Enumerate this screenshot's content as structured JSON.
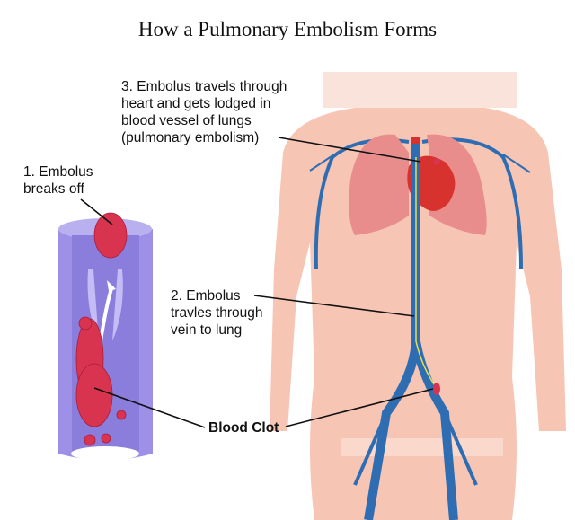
{
  "title": "How a Pulmonary Embolism Forms",
  "labels": {
    "step1": "1. Embolus\nbreaks off",
    "step2": "2. Embolus\ntravles through\nvein to lung",
    "step3": "3. Embolus travels through\nheart and gets lodged in\nblood vessel of lungs\n(pulmonary embolism)",
    "clot": "Blood Clot"
  },
  "colors": {
    "skin": "#f7c5b3",
    "vein": "#2f6db3",
    "lung": "#e98c8c",
    "heart": "#d7322e",
    "vessel": "#9d90e6",
    "clot": "#d9344f",
    "path": "#e6e24a"
  }
}
